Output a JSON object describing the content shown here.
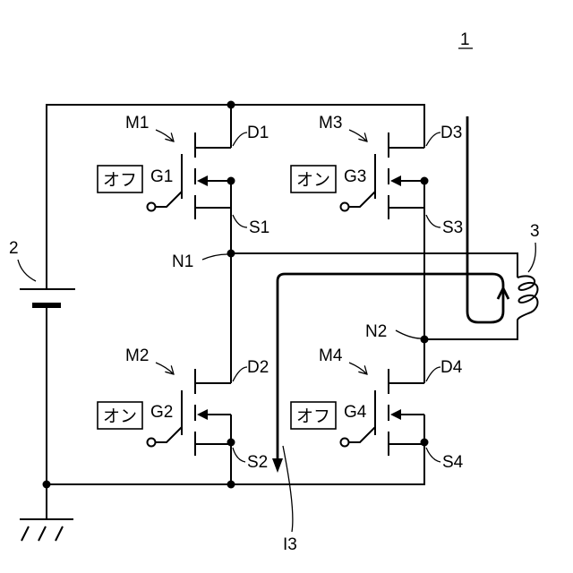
{
  "figure_number": "1",
  "power_source_label": "2",
  "coil_label": "3",
  "current_label": "I3",
  "nodes": {
    "n1": "N1",
    "n2": "N2"
  },
  "transistors": {
    "m1": {
      "name": "M1",
      "gate": "G1",
      "drain": "D1",
      "source": "S1",
      "state": "オフ"
    },
    "m2": {
      "name": "M2",
      "gate": "G2",
      "drain": "D2",
      "source": "S2",
      "state": "オン"
    },
    "m3": {
      "name": "M3",
      "gate": "G3",
      "drain": "D3",
      "source": "S3",
      "state": "オン"
    },
    "m4": {
      "name": "M4",
      "gate": "G4",
      "drain": "D4",
      "source": "S4",
      "state": "オフ"
    }
  }
}
